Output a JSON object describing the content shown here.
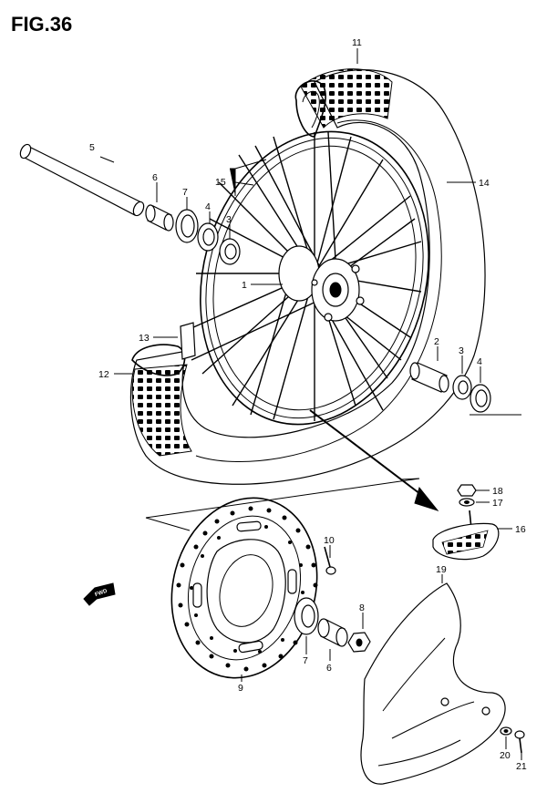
{
  "figure": {
    "title": "FIG.36",
    "forward_label": "FWD"
  },
  "parts": [
    {
      "id": "p1",
      "label": "1",
      "name": "hub"
    },
    {
      "id": "p2",
      "label": "2",
      "name": "spacer"
    },
    {
      "id": "p3a",
      "label": "3",
      "name": "bearing"
    },
    {
      "id": "p3b",
      "label": "3",
      "name": "bearing"
    },
    {
      "id": "p4a",
      "label": "4",
      "name": "oil-seal"
    },
    {
      "id": "p4b",
      "label": "4",
      "name": "oil-seal"
    },
    {
      "id": "p5",
      "label": "5",
      "name": "axle"
    },
    {
      "id": "p6a",
      "label": "6",
      "name": "collar"
    },
    {
      "id": "p6b",
      "label": "6",
      "name": "collar"
    },
    {
      "id": "p7a",
      "label": "7",
      "name": "seal-ring"
    },
    {
      "id": "p7b",
      "label": "7",
      "name": "seal-ring"
    },
    {
      "id": "p8",
      "label": "8",
      "name": "axle-nut"
    },
    {
      "id": "p9",
      "label": "9",
      "name": "brake-disc"
    },
    {
      "id": "p10",
      "label": "10",
      "name": "disc-bolt"
    },
    {
      "id": "p11",
      "label": "11",
      "name": "tire"
    },
    {
      "id": "p12",
      "label": "12",
      "name": "tube"
    },
    {
      "id": "p13",
      "label": "13",
      "name": "rim-band"
    },
    {
      "id": "p14",
      "label": "14",
      "name": "rim"
    },
    {
      "id": "p15",
      "label": "15",
      "name": "spoke-set"
    },
    {
      "id": "p16",
      "label": "16",
      "name": "rim-lock"
    },
    {
      "id": "p17",
      "label": "17",
      "name": "washer"
    },
    {
      "id": "p18",
      "label": "18",
      "name": "nut"
    },
    {
      "id": "p19",
      "label": "19",
      "name": "disc-cover"
    },
    {
      "id": "p20",
      "label": "20",
      "name": "washer"
    },
    {
      "id": "p21",
      "label": "21",
      "name": "bolt"
    }
  ]
}
